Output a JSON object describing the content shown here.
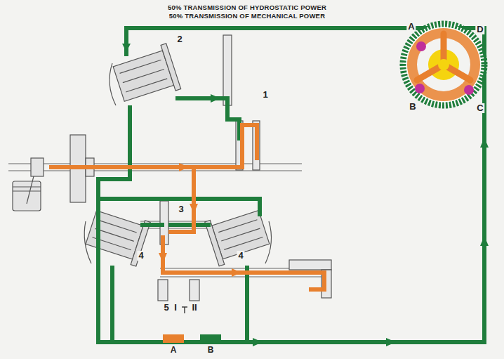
{
  "diagram": {
    "title": "50% TRANSMISSION OF HYDROSTATIC POWER 50% TRANSMISSION OF MECHANICAL POWER",
    "labels": [
      "1",
      "2",
      "3",
      "4",
      "4",
      "5",
      "I",
      "II",
      "A",
      "B",
      "C",
      "D"
    ],
    "legend": [
      {
        "text": "A",
        "color": "#e8802e"
      },
      {
        "text": "B",
        "color": "#1f7d3c"
      }
    ]
  }
}
